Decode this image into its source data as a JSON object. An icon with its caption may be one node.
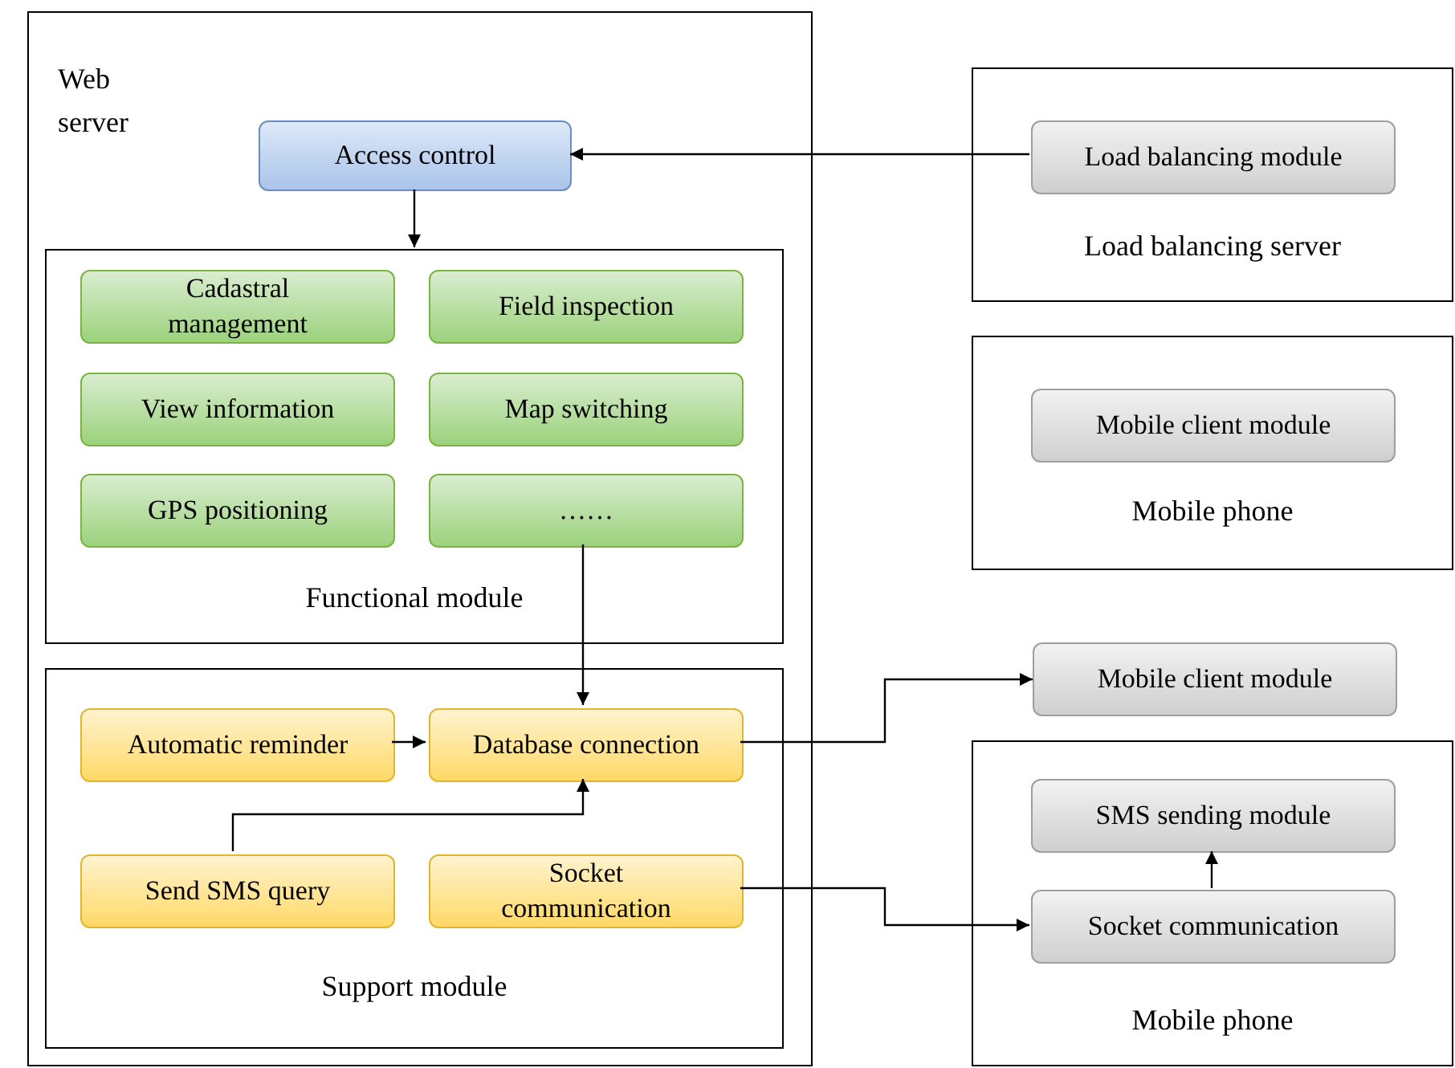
{
  "diagram": {
    "nodes": [
      {
        "text": [
          "Web server"
        ]
      },
      {
        "text": [
          "Access control"
        ],
        "in": 0
      },
      {
        "text": [
          "Functional module"
        ],
        "in": 0
      },
      {
        "text": [
          "Cadastral management"
        ],
        "in": 2
      },
      {
        "text": [
          "Field inspection"
        ],
        "in": 2
      },
      {
        "text": [
          "View information"
        ],
        "in": 2
      },
      {
        "text": [
          "Map switching"
        ],
        "in": 2
      },
      {
        "text": [
          "GPS positioning"
        ],
        "in": 2
      },
      {
        "text": [
          "……"
        ],
        "in": 2
      },
      {
        "text": [
          "Support module"
        ],
        "in": 0
      },
      {
        "text": [
          "Automatic reminder"
        ],
        "in": 9
      },
      {
        "text": [
          "Database connection"
        ],
        "in": 9
      },
      {
        "text": [
          "Send SMS query"
        ],
        "in": 9
      },
      {
        "text": [
          "Socket communication"
        ],
        "in": 9
      },
      {
        "text": [
          "Load balancing server"
        ]
      },
      {
        "text": [
          "Load balancing module"
        ],
        "in": 14
      },
      {
        "text": [
          "Mobile phone"
        ]
      },
      {
        "text": [
          "Mobile client module"
        ],
        "in": 16
      },
      {
        "text": [
          "Mobile client module"
        ]
      },
      {
        "text": [
          "Mobile phone"
        ]
      },
      {
        "text": [
          "SMS sending module"
        ],
        "in": 19
      },
      {
        "text": [
          "Socket communication"
        ],
        "in": 19
      }
    ],
    "edges": [
      {
        "from": 15,
        "to": 1,
        "arrow": "to"
      },
      {
        "from": 1,
        "to": 2,
        "arrow": "to"
      },
      {
        "from": 8,
        "to": 11,
        "arrow": "to"
      },
      {
        "from": 10,
        "to": 11,
        "arrow": "to"
      },
      {
        "from": 12,
        "to": 11,
        "arrow": "to"
      },
      {
        "from": 11,
        "to": 18,
        "arrow": "to"
      },
      {
        "from": 13,
        "to": 21,
        "arrow": "to"
      },
      {
        "from": 21,
        "to": 20,
        "arrow": "to"
      }
    ]
  }
}
